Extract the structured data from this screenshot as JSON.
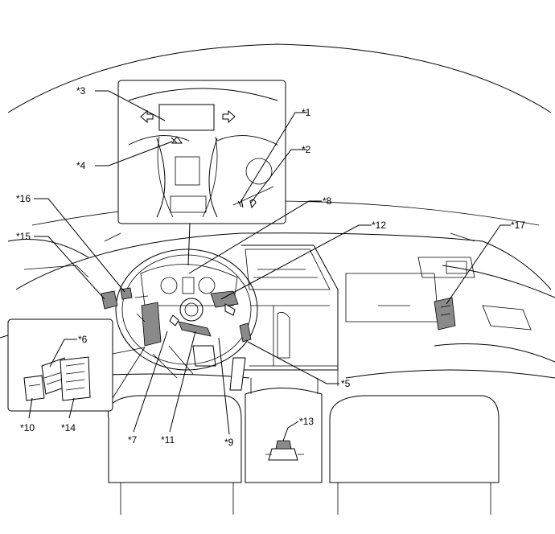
{
  "callouts": {
    "c1": "*1",
    "c2": "*2",
    "c3": "*3",
    "c4": "*4",
    "c5": "*5",
    "c6": "*6",
    "c7": "*7",
    "c8": "*8",
    "c9": "*9",
    "c10": "*10",
    "c11": "*11",
    "c12": "*12",
    "c13": "*13",
    "c14": "*14",
    "c15": "*15",
    "c16": "*16",
    "c17": "*17"
  }
}
